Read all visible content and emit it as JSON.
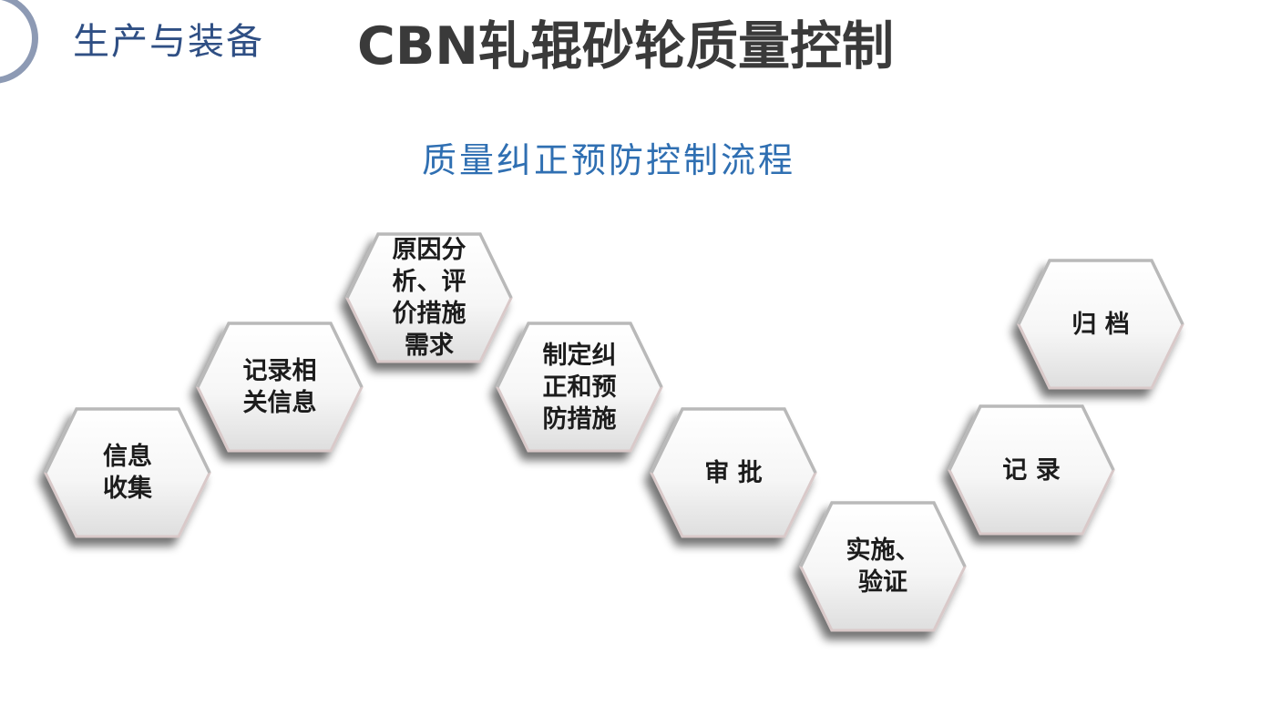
{
  "header": {
    "section_label": "生产与装备",
    "title": "CBN轧辊砂轮质量控制"
  },
  "diagram": {
    "subtitle": "质量纠正预防控制流程",
    "steps": [
      {
        "label": "信息\n收集"
      },
      {
        "label": "记录相\n关信息"
      },
      {
        "label": "原因分\n析、评\n价措施\n需求"
      },
      {
        "label": "制定纠\n正和预\n防措施"
      },
      {
        "label": "审  批"
      },
      {
        "label": "实施、\n验证"
      },
      {
        "label": "记  录"
      },
      {
        "label": "归  档"
      }
    ]
  }
}
